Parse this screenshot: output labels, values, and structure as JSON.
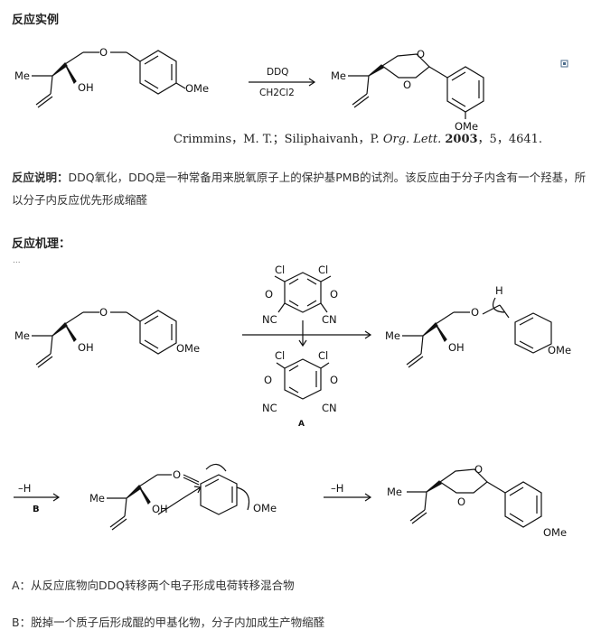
{
  "section1": {
    "title": "反应实例"
  },
  "reaction": {
    "reagent_top": "DDQ",
    "reagent_bottom": "CH2Cl2",
    "atoms": {
      "me": "Me",
      "oh": "OH",
      "o": "O",
      "ome": "OMe"
    }
  },
  "reference": {
    "authors": "Crimmins，M. T.；Siliphaivanh，P. ",
    "journal": "Org. Lett.",
    "year": "2003",
    "rest": "，5，4641."
  },
  "section2": {
    "title": "反应说明：",
    "text": "DDQ氧化，DDQ是一种常备用来脱氧原子上的保护基PMB的试剂。该反应由于分子内含有一个羟基，所以分子内反应优先形成缩醛"
  },
  "section3": {
    "title": "反应机理：",
    "ellipsis": "..."
  },
  "mechanism": {
    "ddq_atoms": {
      "cl": "Cl",
      "o": "O",
      "cn": "CN",
      "nc": "NC"
    },
    "label_a": "A",
    "label_b": "B",
    "deprot": "–H",
    "h": "H"
  },
  "notes": {
    "a": "A：从反应底物向DDQ转移两个电子形成电荷转移混合物",
    "b": "B：脱掉一个质子后形成醌的甲基化物，分子内加成生产物缩醛"
  }
}
